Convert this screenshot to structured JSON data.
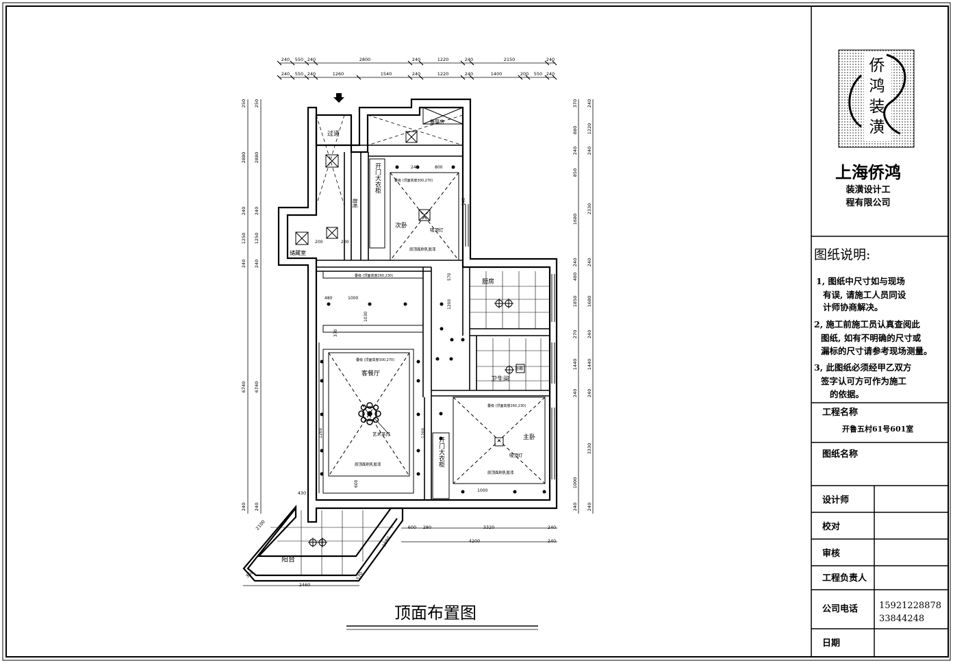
{
  "company": {
    "logo_chars": [
      "侨",
      "鸿",
      "装",
      "潢"
    ],
    "name": "上海侨鸿",
    "subtitle_line1": "装潢设计工",
    "subtitle_line2": "程有限公司"
  },
  "notes": {
    "heading": "图纸说明:",
    "items": [
      [
        "1, 图纸中尺寸如与现场",
        "有误, 请施工人员同设",
        "计师协商解决。"
      ],
      [
        "2, 施工前施工员认真查阅此",
        "图纸, 如有不明确的尺寸或",
        "漏标的尺寸请参考现场测量。"
      ],
      [
        "3, 此图纸必须经甲乙双方",
        "签字认可方可作为施工",
        "的依据。"
      ]
    ]
  },
  "project": {
    "name_label": "工程名称",
    "name_value": "开鲁五村61号601室",
    "drawing_label": "图纸名称",
    "drawing_value": ""
  },
  "signoff": [
    {
      "label": "设计师",
      "value": ""
    },
    {
      "label": "校对",
      "value": ""
    },
    {
      "label": "审核",
      "value": ""
    },
    {
      "label": "工程负责人",
      "value": ""
    },
    {
      "label": "公司电话",
      "value": "15921228878",
      "value2": "33844248"
    },
    {
      "label": "日期",
      "value": ""
    }
  ],
  "drawing_title": "顶面布置图",
  "rooms": {
    "corridor": "过道",
    "kitchen_top": "餐厨房",
    "shoe_room": "储藏室",
    "second_bedroom": "次卧",
    "kitchen": "厨房",
    "living_dining": "客餐厅",
    "bathroom": "卫生间",
    "master_bedroom": "主卧",
    "balcony": "阳台",
    "cabinet": "鞋柜",
    "wardrobe_1": "开门大衣柜",
    "wardrobe_2": "开门大衣柜"
  },
  "fixtures": {
    "art_pendant": "艺术吊灯",
    "ceiling_light_1": "吸顶灯",
    "ceiling_light_2": "吸顶灯",
    "ceiling_note_1": "原顶面刷乳胶漆",
    "ceiling_note_2": "原顶面刷乳胶漆",
    "ceiling_note_3": "原顶面刷乳胶漆",
    "ceiling_drop_1": "叠级 (顶面高度300,270)",
    "ceiling_drop_2": "叠级 (顶面高度260,230)",
    "ceiling_drop_3": "叠级 (顶面高度300,270)",
    "ceiling_drop_4": "叠级 (顶面高度260,230)",
    "bath_fan": "浴霸"
  },
  "dims": {
    "top_row1": [
      "240",
      "550",
      "240",
      "2800",
      "240",
      "1220",
      "240",
      "2150",
      "240"
    ],
    "top_row2": [
      "240",
      "550",
      "240",
      "1260",
      "1540",
      "240",
      "1220",
      "240",
      "1400",
      "200",
      "550",
      "240"
    ],
    "left_outer": [
      "250",
      "2880",
      "240",
      "1250",
      "240",
      "6740",
      "240"
    ],
    "left_inner": [
      "250",
      "2880",
      "240",
      "1250",
      "240",
      "6740",
      "240"
    ],
    "right_inner": [
      "370",
      "880",
      "240",
      "850",
      "1680",
      "240",
      "480",
      "1850",
      "270",
      "1440",
      "240",
      "1000",
      "240"
    ],
    "right_outer": [
      "240",
      "1220",
      "240",
      "2330",
      "240",
      "1680",
      "240",
      "1440",
      "240",
      "3330",
      "240"
    ],
    "bottom_row1": [
      "600",
      "280",
      "3320",
      "240"
    ],
    "bottom_row2": [
      "4200",
      "240"
    ],
    "balcony": [
      "2100",
      "2460",
      "360",
      "570",
      "1880",
      "430"
    ],
    "inner": [
      "1000",
      "480",
      "1030",
      "370",
      "570",
      "1200",
      "800",
      "240",
      "1200",
      "1200",
      "600",
      "1000",
      "140",
      "200",
      "200"
    ]
  }
}
